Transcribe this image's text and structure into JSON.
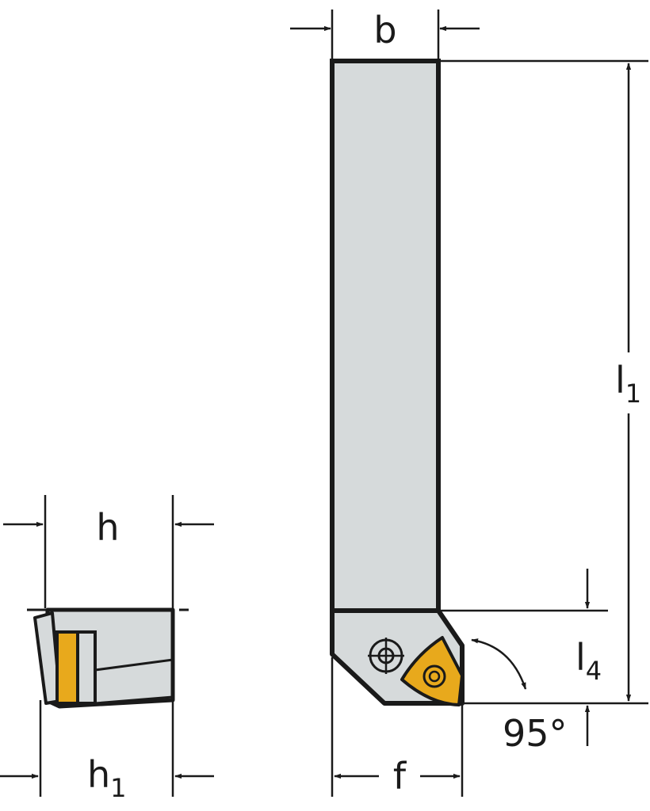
{
  "dimensions": {
    "b": "b",
    "h": "h",
    "h1": {
      "base": "h",
      "sub": "1"
    },
    "l1": {
      "base": "l",
      "sub": "1"
    },
    "l4": {
      "base": "l",
      "sub": "4"
    },
    "f": "f",
    "angle": "95°"
  },
  "colors": {
    "shank": "#d6dadb",
    "insert": "#e8a91c",
    "outline": "#1a1a1a",
    "background": "#ffffff"
  }
}
